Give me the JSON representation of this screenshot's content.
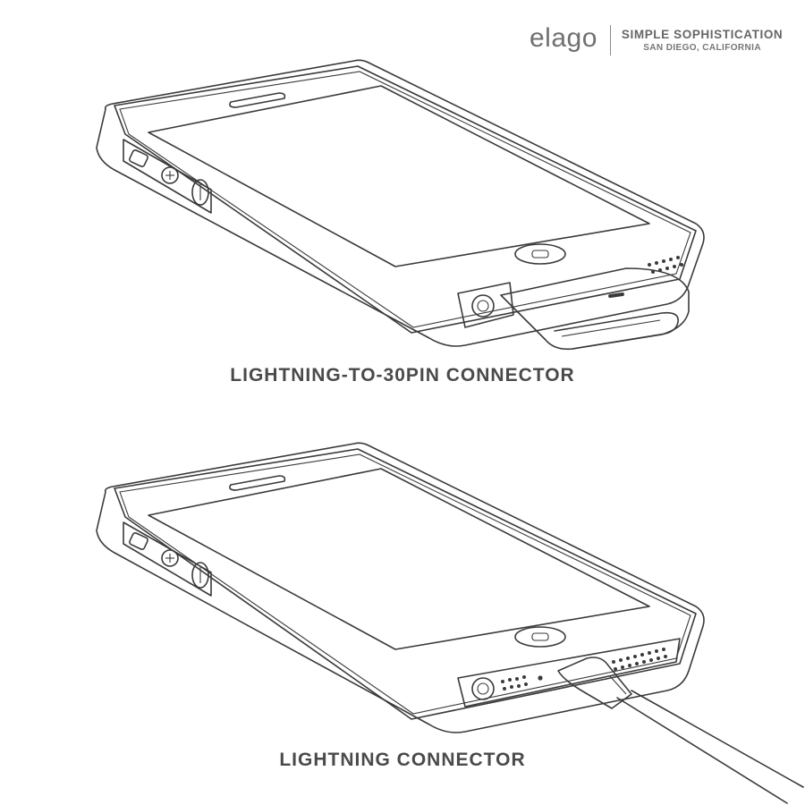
{
  "brand": {
    "logo": "elago",
    "tagline": "SIMPLE SOPHISTICATION",
    "location": "SAN DIEGO, CALIFORNIA"
  },
  "captions": {
    "top": "LIGHTNING-TO-30PIN CONNECTOR",
    "bottom": "LIGHTNING CONNECTOR"
  },
  "icons": [
    "phone-case-with-30pin-adapter-illustration",
    "phone-case-with-lightning-cable-illustration"
  ],
  "colors": {
    "caption": "#4a4a4a",
    "brand": "#666666",
    "line": "#3a3a3a"
  }
}
